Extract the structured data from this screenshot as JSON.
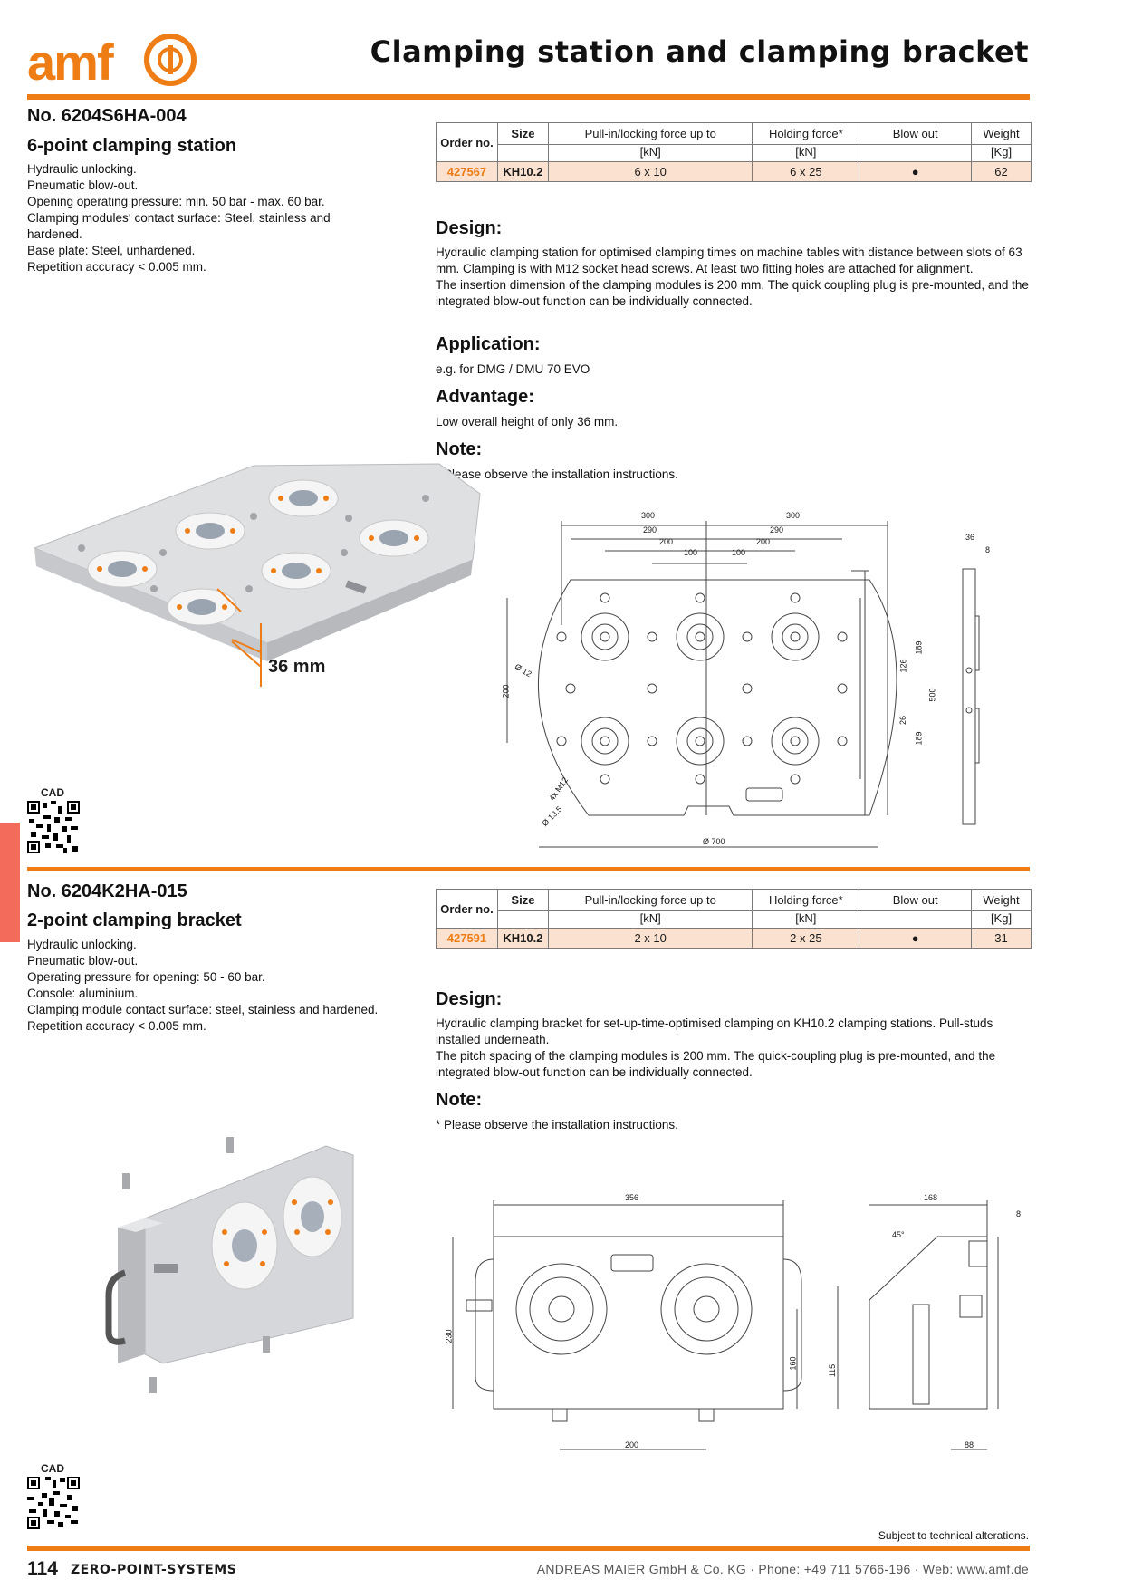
{
  "header": {
    "logo_text": "amf",
    "title": "Clamping station and clamping bracket"
  },
  "accent": "#ef7d16",
  "table_headers": {
    "order": "Order no.",
    "size": "Size",
    "pull": "Pull-in/locking force up to",
    "holding": "Holding force*",
    "blowout": "Blow out",
    "weight": "Weight",
    "unit_pull": "[kN]",
    "unit_holding": "[kN]",
    "unit_weight": "[Kg]"
  },
  "product1": {
    "number": "No. 6204S6HA-004",
    "name": "6-point clamping station",
    "description": "Hydraulic unlocking.\nPneumatic blow-out.\nOpening operating pressure: min. 50 bar - max. 60 bar.\nClamping modules‘ contact surface: Steel, stainless and\nhardened.\nBase plate: Steel, unhardened.\nRepetition accuracy < 0.005 mm.",
    "row": {
      "order": "427567",
      "size": "KH10.2",
      "pull": "6 x 10",
      "holding": "6 x 25",
      "blowout": "●",
      "weight": "62"
    },
    "design_heading": "Design:",
    "design_text": "Hydraulic clamping station for optimised clamping times on machine tables with distance between slots of 63 mm. Clamping is with M12 socket head screws. At least two fitting holes are attached for alignment.\nThe insertion dimension of the clamping modules is 200 mm. The quick coupling plug is pre-mounted, and the integrated blow-out function can be individually connected.",
    "application_heading": "Application:",
    "application_text": "e.g. for DMG / DMU 70 EVO",
    "advantage_heading": "Advantage:",
    "advantage_text": "Low overall height of only 36 mm.",
    "note_heading": "Note:",
    "note_text": "* Please observe the installation instructions.",
    "height_label": "36 mm",
    "cad_label": "CAD",
    "dims": {
      "d300a": "300",
      "d300b": "300",
      "d290a": "290",
      "d290b": "290",
      "d200a": "200",
      "d200b": "200",
      "d100a": "100",
      "d100b": "100",
      "d36": "36",
      "d8": "8",
      "d189a": "189",
      "d189b": "189",
      "d126": "126",
      "d26": "26",
      "d500": "500",
      "d200v": "200",
      "d700": "Ø 700",
      "dm12": "4x M12",
      "d135": "Ø 13.5",
      "d12": "Ø 12"
    }
  },
  "product2": {
    "number": "No. 6204K2HA-015",
    "name": "2-point clamping bracket",
    "description": "Hydraulic unlocking.\nPneumatic blow-out.\nOperating pressure for opening: 50 - 60 bar.\nConsole: aluminium.\nClamping module contact surface: steel, stainless and hardened.\nRepetition accuracy < 0.005 mm.",
    "row": {
      "order": "427591",
      "size": "KH10.2",
      "pull": "2 x 10",
      "holding": "2 x 25",
      "blowout": "●",
      "weight": "31"
    },
    "design_heading": "Design:",
    "design_text": "Hydraulic clamping bracket for set-up-time-optimised clamping on KH10.2 clamping stations. Pull-studs installed underneath.\nThe pitch spacing of the clamping modules is 200 mm. The quick-coupling plug is pre-mounted, and the integrated blow-out function can be individually connected.",
    "note_heading": "Note:",
    "note_text": "* Please observe the installation instructions.",
    "cad_label": "CAD",
    "dims": {
      "d356": "356",
      "d168": "168",
      "d8": "8",
      "d45": "45°",
      "d230": "230",
      "d160": "160",
      "d115": "115",
      "d200": "200",
      "d88": "88"
    }
  },
  "footer": {
    "alterations": "Subject to technical alterations.",
    "page_no": "114",
    "section": "ZERO-POINT-SYSTEMS",
    "company": "ANDREAS MAIER GmbH & Co. KG · Phone: +49 711 5766-196 · Web: www.amf.de"
  }
}
